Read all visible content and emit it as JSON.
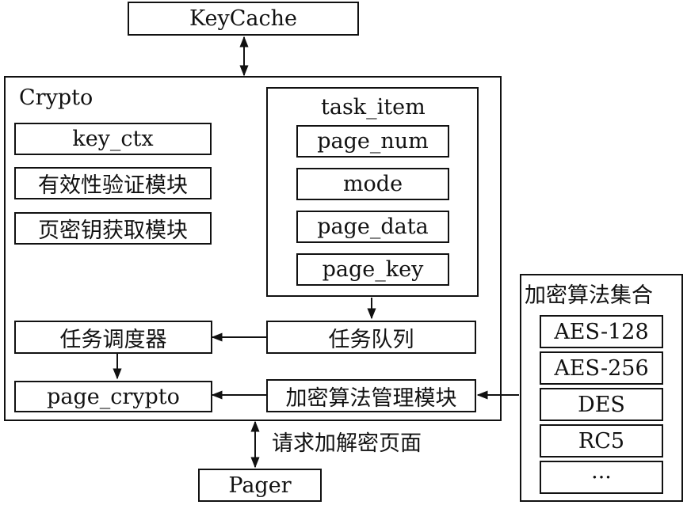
{
  "keycache": "KeyCache",
  "crypto": {
    "title": "Crypto",
    "left_modules": [
      "key_ctx",
      "有效性验证模块",
      "页密钥获取模块"
    ],
    "task_item": {
      "title": "task_item",
      "fields": [
        "page_num",
        "mode",
        "page_data",
        "page_key"
      ]
    },
    "task_queue": "任务队列",
    "scheduler": "任务调度器",
    "page_crypto": "page_crypto",
    "algo_manager": "加密算法管理模块"
  },
  "algorithm_set": {
    "title": "加密算法集合",
    "items": [
      "AES-128",
      "AES-256",
      "DES",
      "RC5",
      "···"
    ]
  },
  "pager": "Pager",
  "edge_label": "请求加解密页面"
}
